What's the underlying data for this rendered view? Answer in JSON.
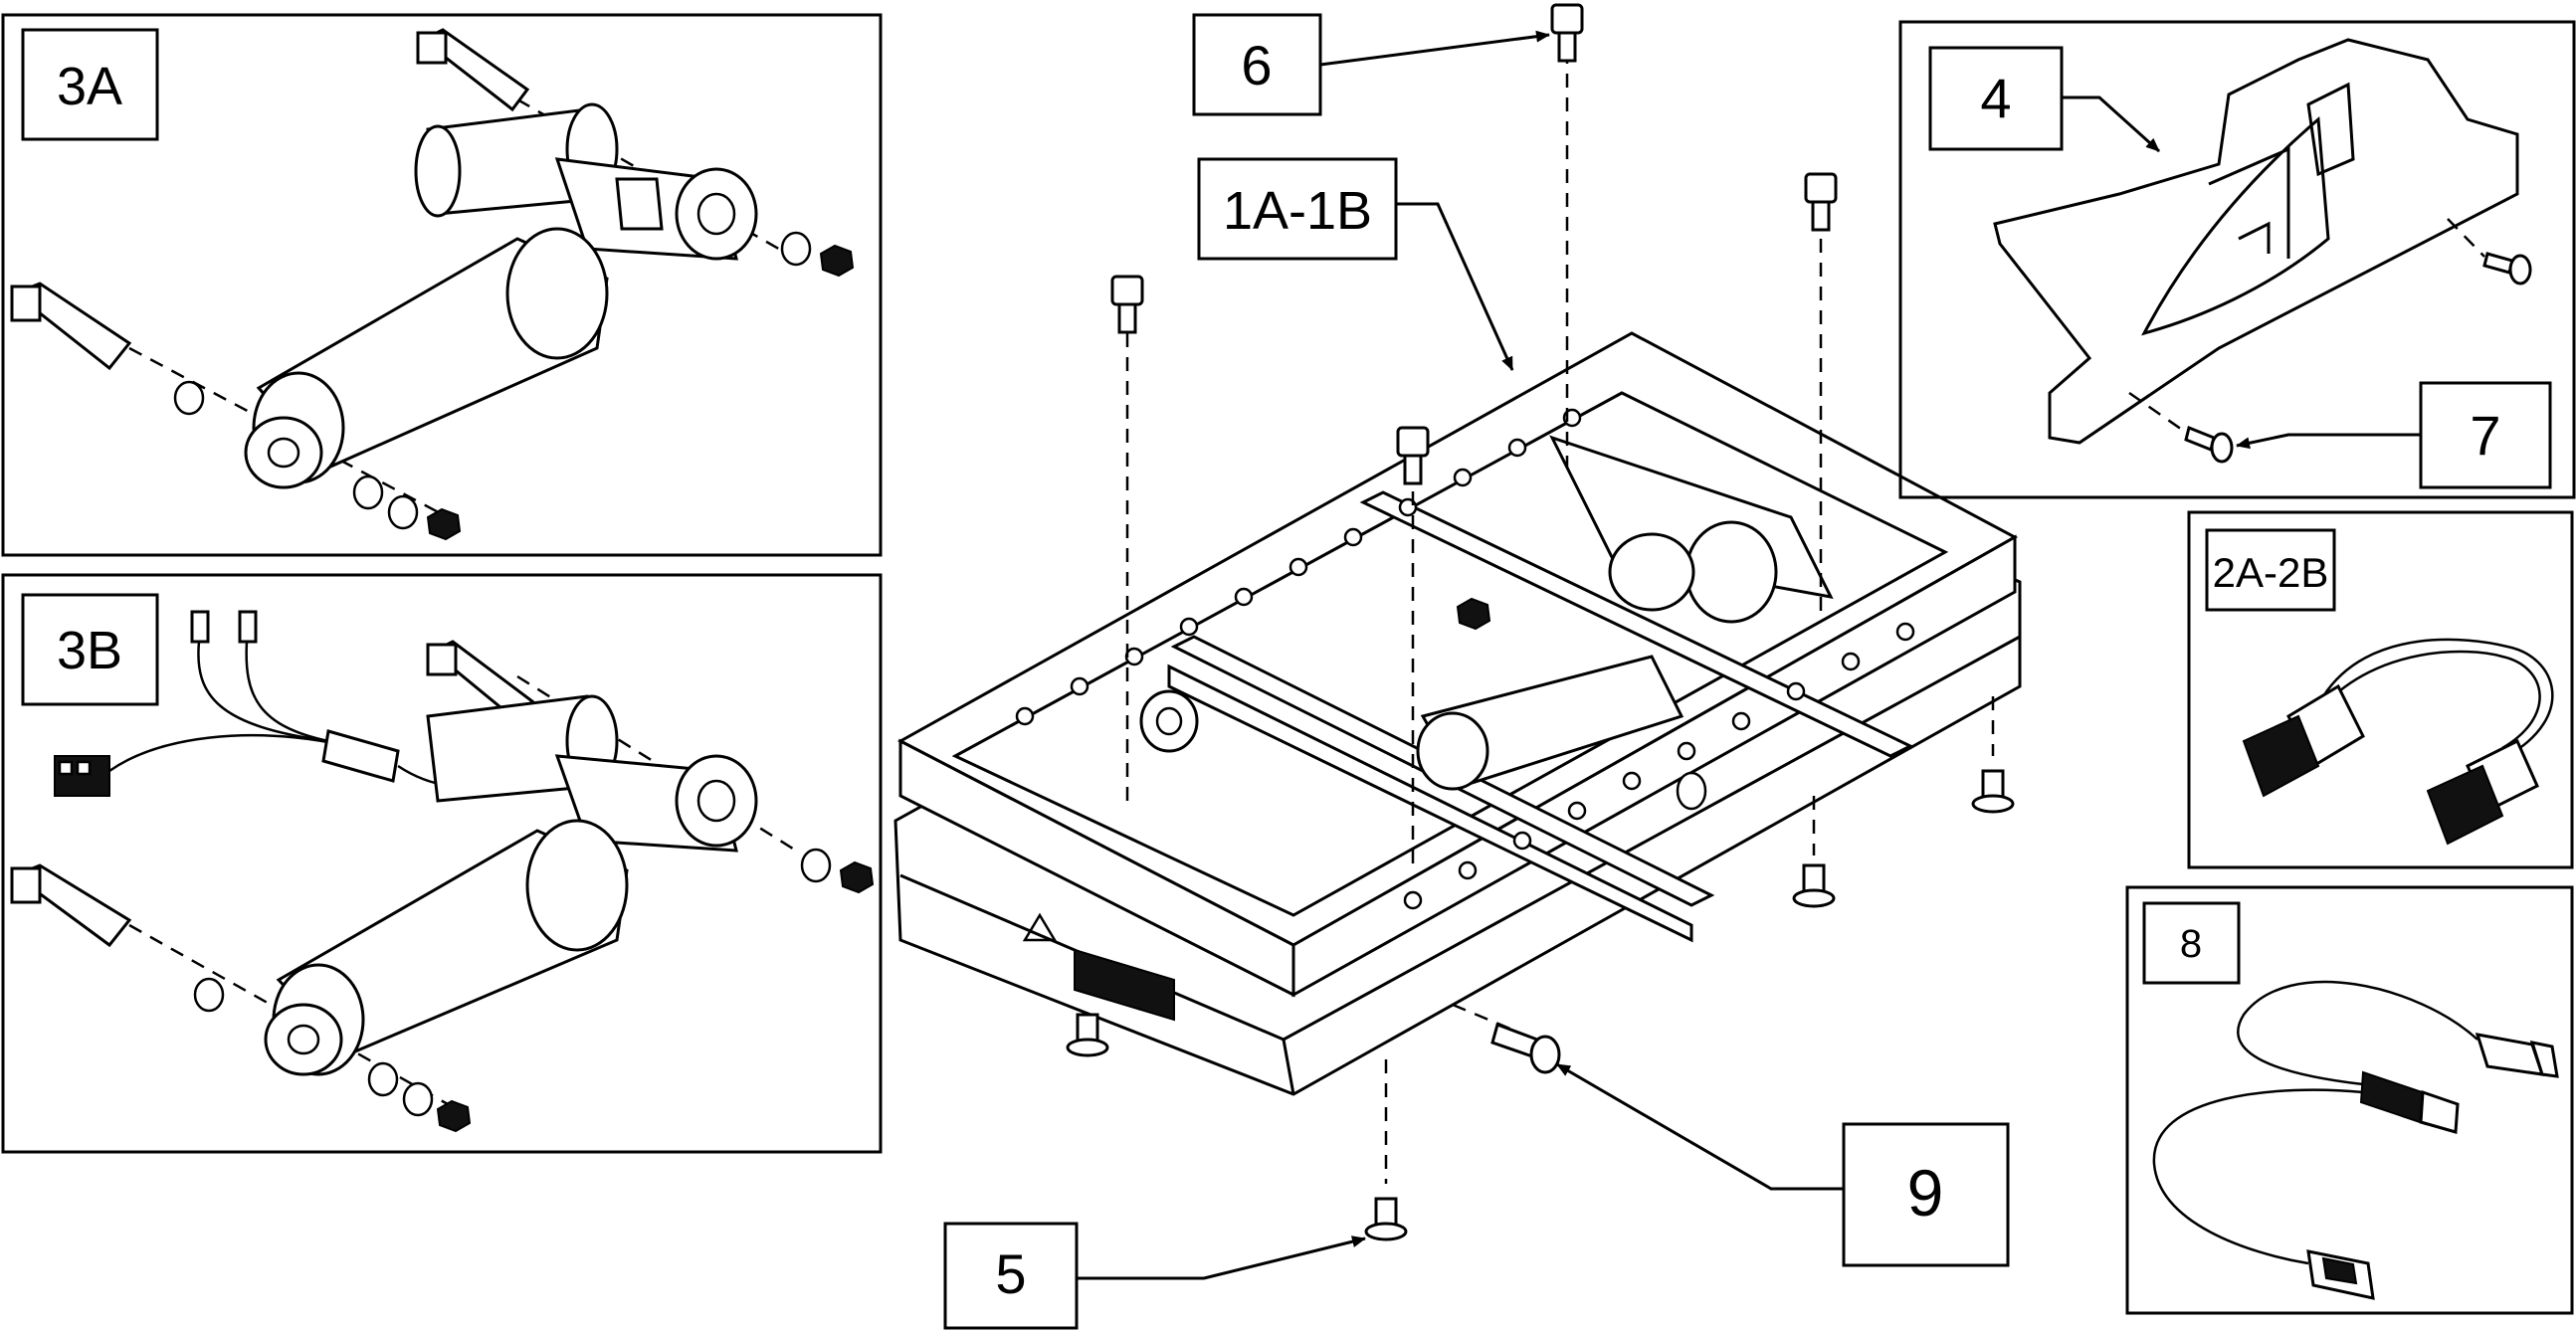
{
  "callouts": {
    "c_3a": "3A",
    "c_3b": "3B",
    "c_6": "6",
    "c_1a1b": "1A-1B",
    "c_4": "4",
    "c_7": "7",
    "c_2a2b": "2A-2B",
    "c_8": "8",
    "c_9": "9",
    "c_5": "5"
  },
  "colors": {
    "line": "#000000",
    "background": "#ffffff"
  }
}
